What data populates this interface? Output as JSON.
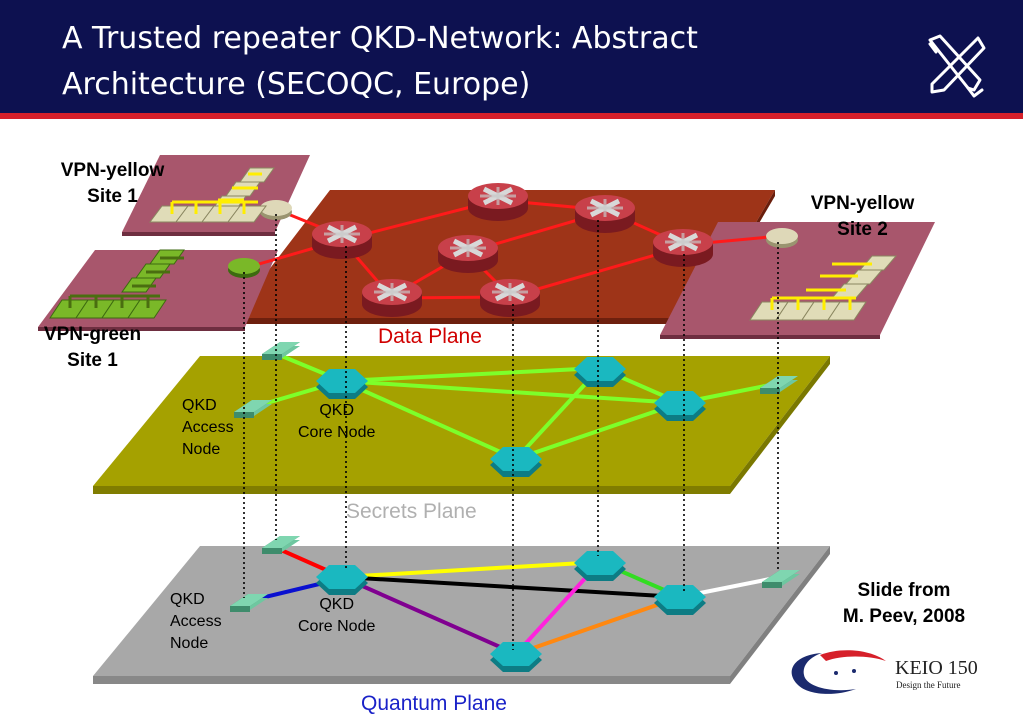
{
  "title": "A Trusted repeater QKD-Network: Abstract\nArchitecture (SECOQC, Europe)",
  "labels": {
    "vpn_yellow_site1": "VPN-yellow\nSite 1",
    "vpn_yellow_site2": "VPN-yellow\nSite 2",
    "vpn_green_site1": "VPN-green\nSite 1",
    "data_plane": "Data Plane",
    "secrets_plane": "Secrets Plane",
    "quantum_plane": "Quantum Plane",
    "qkd_access_node_1": "QKD\nAccess\nNode",
    "qkd_core_node_1": "QKD\nCore Node",
    "qkd_access_node_2": "QKD\nAccess\nNode",
    "qkd_core_node_2": "QKD\nCore Node",
    "credit": "Slide from\nM. Peev, 2008"
  },
  "logo": {
    "name": "KEIO 150",
    "tagline": "Design the Future",
    "icon": "crossed-pens-logo-icon"
  },
  "colors": {
    "header": "#0d1150",
    "accent": "#d6202a",
    "data_plane": "#9e3418",
    "secrets_plane": "#a5a100",
    "quantum_plane": "#a8a8a8",
    "site_pad": "#a8566c",
    "secret_link": "#7dff2a",
    "router": "#b8303a",
    "qkd_node": "#1ab8c0",
    "data_plane_label": "#d00000",
    "secrets_plane_label": "#b0b0b0",
    "quantum_plane_label": "#1a22c8"
  }
}
